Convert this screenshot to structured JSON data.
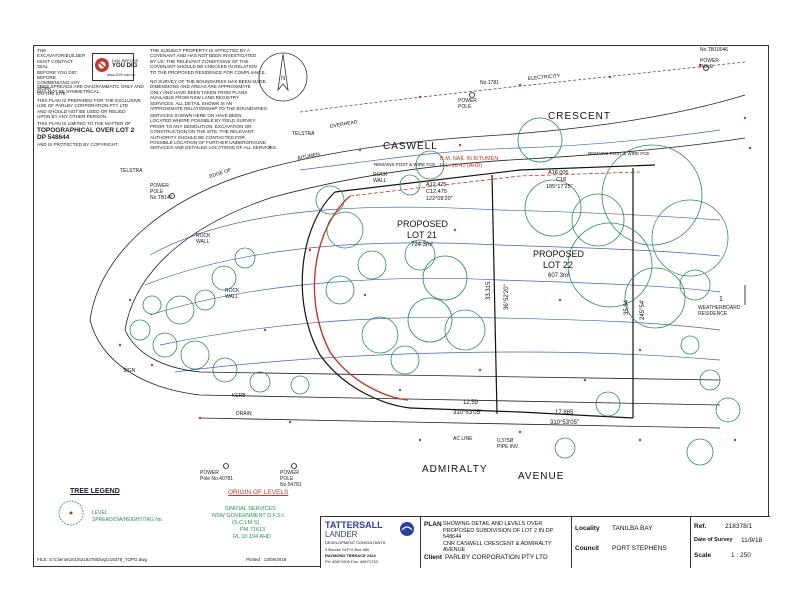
{
  "notes": {
    "excavator": "THE EXCAVATOR/BUILDER\nMUST CONTACT 'DIAL\nBEFORE YOU DIG' BEFORE\nCOMMENCING ANY WORK\nON THE SITE.",
    "dbyd_brand": "DIAL BEFORE",
    "dbyd_brand2": "YOU DIG",
    "dbyd_url": "www.1100.com.au",
    "tree_spreads": "TREE SPREADS ARE DIAGRAMMATIC ONLY AND\nMAY NOT BE SYMMETRICAL.",
    "exclusive": "THIS PLAN IS PREPARED FOR THE EXCLUSIVE\nUSE OF PARLBY CORPORATION PTY LTD\nAND SHOULD NOT BE USED OR RELIED\nUPON BY ANY OTHER PERSON.",
    "limited": "THIS PLAN IS LIMITED TO THE MATTER OF",
    "limited_big": "TOPOGRAPHICAL OVER LOT 2\nDP 548644",
    "copyright": "AND IS PROTECTED BY COPYRIGHT.",
    "covenant": "THE SUBJECT PROPERTY IS AFFECTED BY A\nCOVENANT AND HAS NOT BEEN INVESTIGATED\nBY US. THE RELEVANT CONDITIONS OF THE\nCOVENANT SHOULD BE CHECKED IN RELATION\nTO THE PROPOSED RESIDENCE FOR COMPLIANCE.",
    "boundaries": "NO SURVEY OF THE BOUNDARIES HAS BEEN MADE.\nDIMENSIONS AND AREAS ARE APPROXIMATE\nONLY AND HAVE BEEN TAKEN FROM PLANS\nAVAILABLE FROM NSW LAND REGISTRY\nSERVICES. ALL DETAIL SHOWN IS AN\nAPPROXIMATE RELATIONSHIP TO THE BOUNDARIES.",
    "services": "SERVICES SHOWN HERE ON HAVE BEEN\nLOCATED WHERE POSSIBLE BY FIELD SURVEY.\nPRIOR TO ANY DEMOLITION, EXCAVATION OR\nCONSTRUCTION ON THE SITE, THE RELEVANT\nAUTHORITY SHOULD BE CONTACTED FOR\nPOSSIBLE LOCATION OF FURTHER UNDERGROUND\nSERVICES AND DETAILED LOCATIONS OF ALL SERVICES."
  },
  "plan": {
    "street_top_a": "CASWELL",
    "street_top_b": "CRESCENT",
    "street_bottom_a": "ADMIRALTY",
    "street_bottom_b": "AVENUE",
    "lot21": "PROPOSED",
    "lot21_b": "LOT 21",
    "lot21_area": "724.3m²",
    "lot22": "PROPOSED",
    "lot22_b": "LOT 22",
    "lot22_area": "607.3m²",
    "bm_nail": "B.M. NAIL IN BITUMEN",
    "bm_rl": "R.L. 10.41 (AHD)",
    "overhead": "OVERHEAD",
    "electricity": "ELECTRICITY",
    "telstra1": "TELSTRA",
    "telstra2": "TELSTRA",
    "bitumen": "BITUMEN",
    "edge_of": "EDGE OF",
    "power_pole_top": "POWER\nPOLE",
    "power_pole_top_no": "No.1781",
    "power_pole_right_no": "No.TB10046",
    "power_pole_right": "POWER\nPOLE",
    "power_pole_left": "POWER\nPOLE\nNo.TB147",
    "weatherboard": "WEATHERBOARD\nRESIDENCE",
    "wb_no": "1",
    "rock_wall_1": "ROCK\nWALL",
    "rock_wall_2": "ROCK\nWALL",
    "rock_wall_3": "ROCK\nWALL",
    "dim_top_a": "A18.005",
    "dim_top_c": "C18",
    "dim_top_brg": "185°17'25\"",
    "arc_a": "A12.475",
    "arc_c": "C12.475",
    "arc_brg": "122°09'20\"",
    "dim_side_1": "33.315",
    "dim_side_1b": "36°52'20\"",
    "dim_side_2": "35.94",
    "dim_side_2b": "245°54'",
    "dim_bot_1": "12.59",
    "dim_bot_1b": "310°53'05\"",
    "dim_bot_2": "17.885",
    "dim_bot_2b": "310°53'05\"",
    "remains_1": "REMAINS POST & WIRE FCE",
    "remains_2": "REMAINS POST & WIRE FCE",
    "sign": "SIGN",
    "kerb": "KERB",
    "drain": "DRAIN",
    "pipe_inv": "0.375Ø\nPIPE INV.",
    "ac_line": "AC LINE",
    "power_pole_bottom_1": "POWER\nPole No.40781",
    "power_pole_bottom_2": "POWER\nPOLE\nNo.54781",
    "north": "N"
  },
  "legend": {
    "title": "TREE LEGEND",
    "level": "LEVEL",
    "spread": "SPREAD/DIA/HEIGHT/TAG No."
  },
  "origin": {
    "title": "ORIGIN OF LEVELS",
    "line1": "SPATIAL SERVICES",
    "line2": "NSW GOVERNMENT D.F.S.I.",
    "line3": "(S.C.I.M.S)",
    "line4": "PM 71613",
    "line5": "RL 10.194 AHD"
  },
  "title_block": {
    "company": "TATTERSALL",
    "company2": "LANDER",
    "company3": "DEVELOPMENT CONSULTANTS",
    "address1": "2 Bourke St    P.O Box 580",
    "address2": "RAYMOND TERRACE   2324",
    "phone": "Ph: 49871500    Fax: 49871733",
    "plan_label": "PLAN",
    "plan_text": "SHOWING DETAIL AND LEVELS OVER\nPROPOSED SUBDIVISION OF LOT 2 IN DP 548644\nCNR CASWELL CRESCENT & ADMIRALTY AVENUE",
    "client_label": "Client",
    "client": "PARLBY CORPORATION PTY LTD",
    "locality_label": "Locality",
    "locality": "TANILBA BAY",
    "council_label": "Council",
    "council": "PORT STEPHENS",
    "ref_label": "Ref.",
    "ref": "218378/1",
    "date_label": "Date of Survey",
    "date": "11/9/18",
    "scale_label": "Scale",
    "scale": "1 : 250"
  },
  "footer": {
    "file": "FILE: S:\\Clients\\2018\\218378\\Dwg\\218378_TOPO.dwg",
    "plotted": "Plotted :  13/09/2018"
  },
  "colors": {
    "red": "#c0392b",
    "green": "#2e8b57",
    "blue": "#2c3e9f",
    "dark": "#1a1a2e"
  }
}
